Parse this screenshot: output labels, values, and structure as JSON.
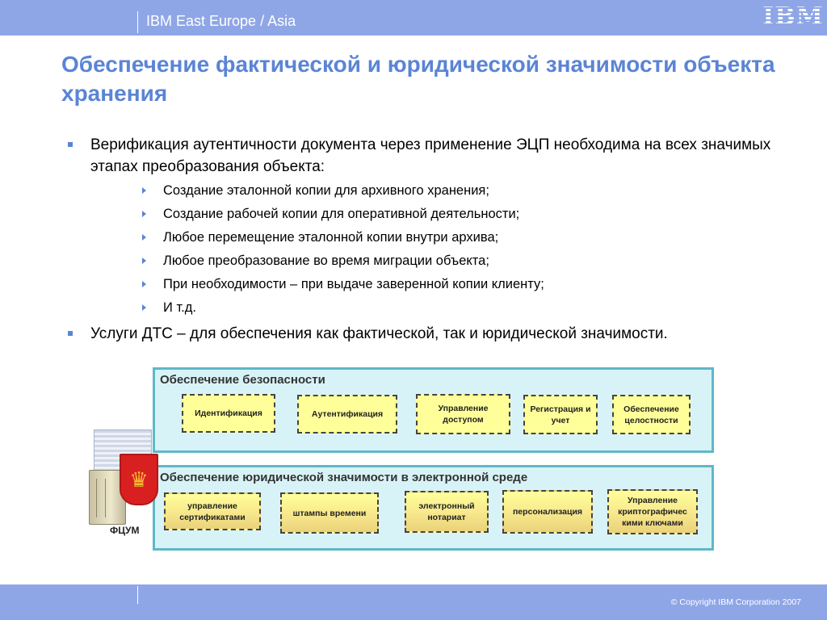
{
  "header": {
    "brand_line": "IBM East Europe / Asia",
    "logo_text": "IBM"
  },
  "title": "Обеспечение фактической и юридической значимости объекта хранения",
  "bullets": [
    {
      "text": "Верификация аутентичности документа через применение ЭЦП необходима на всех значимых этапах преобразования объекта:",
      "subitems": [
        "Создание эталонной копии для архивного хранения;",
        "Создание рабочей копии для оперативной деятельности;",
        "Любое перемещение эталонной копии внутри архива;",
        "Любое преобразование во время миграции объекта;",
        "При необходимости – при выдаче заверенной копии клиенту;",
        "И т.д."
      ]
    },
    {
      "text": "Услуги ДТС – для обеспечения как фактической, так и юридической значимости."
    }
  ],
  "diagram": {
    "panel1": {
      "title": "Обеспечение безопасности",
      "boxes": [
        "Идентификация",
        "Аутентификация",
        "Управление доступом",
        "Регистрация и учет",
        "Обеспечение целостности"
      ]
    },
    "panel2": {
      "title": "Обеспечение юридической значимости в электронной среде",
      "boxes": [
        "управление сертификатами",
        "штампы времени",
        "электронный нотариат",
        "персонализация",
        "Управление криптографичес кими ключами"
      ]
    },
    "illustration_label": "ФЦУМ"
  },
  "footer": {
    "copyright": "© Copyright IBM Corporation 2007"
  },
  "colors": {
    "band": "#8fa6e6",
    "title": "#5b84d6",
    "panel_fill": "#d8f3f7",
    "panel_border": "#5eb8c8",
    "box_fill": "#ffff99"
  }
}
